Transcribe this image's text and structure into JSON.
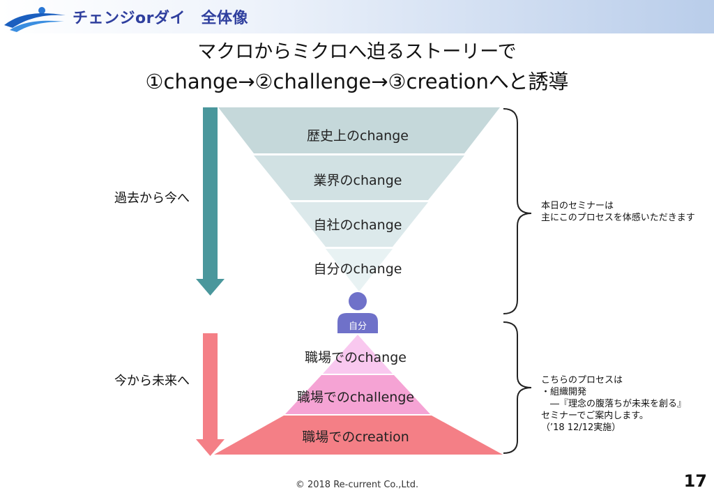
{
  "header": {
    "title": "チェンジorダイ　全体像"
  },
  "subtitle": {
    "line1": "マクロからミクロへ迫るストーリーで",
    "line2": "①change→②challenge→③creationへと誘導"
  },
  "left_labels": {
    "past_to_now": "過去から今へ",
    "now_to_future": "今から未来へ"
  },
  "funnel": [
    "歴史上のchange",
    "業界のchange",
    "自社のchange",
    "自分のchange"
  ],
  "self_label": "自分",
  "pyramid": [
    "職場でのchange",
    "職場でのchallenge",
    "職場でのcreation"
  ],
  "notes": {
    "upper": [
      "本日のセミナーは",
      "主にこのプロセスを体感いただきます"
    ],
    "lower": [
      "こちらのプロセスは",
      "・組織開発",
      "　―『理念の腹落ちが未来を創る』",
      "セミナーでご案内します。",
      "（’18 12/12実施）"
    ]
  },
  "colors": {
    "header_title": "#2f3f9e",
    "funnel_top": "#c5d8da",
    "funnel_bottom": "#e8f2f3",
    "arrow_down_teal": "#4a979c",
    "arrow_down_pink": "#f47f86",
    "pyramid_top": "#f9c8ef",
    "pyramid_mid": "#f5a3d4",
    "pyramid_bottom": "#f47f86",
    "person": "#6f71c9"
  },
  "footer": {
    "copyright": "© 2018 Re-current Co.,Ltd.",
    "page": "17"
  }
}
